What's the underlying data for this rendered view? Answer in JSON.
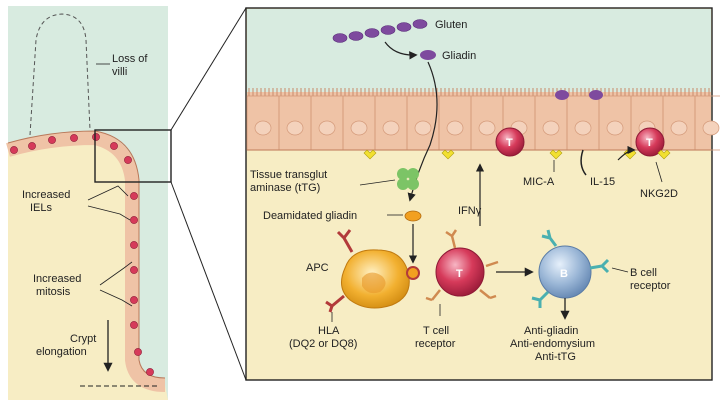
{
  "left_panel": {
    "loss_of_villi": [
      "Loss of",
      "villi"
    ],
    "increased_iels": [
      "Increased",
      "IELs"
    ],
    "increased_mitosis": [
      "Increased",
      "mitosis"
    ],
    "crypt_elongation": [
      "Crypt",
      "elongation"
    ]
  },
  "right_panel": {
    "gluten": "Gluten",
    "gliadin": "Gliadin",
    "ttg": [
      "Tissue transglut",
      "aminase (tTG)"
    ],
    "deamidated_gliadin": "Deamidated gliadin",
    "ifn": "IFNγ",
    "mic_a": "MIC-A",
    "il15": "IL-15",
    "nkg2d": "NKG2D",
    "apc": "APC",
    "hla": [
      "HLA",
      "(DQ2 or DQ8)"
    ],
    "t_cell_receptor": [
      "T cell",
      "receptor"
    ],
    "b_cell_receptor": [
      "B cell",
      "receptor"
    ],
    "antibodies": [
      "Anti-gliadin",
      "Anti-endomysium",
      "Anti-tTG"
    ],
    "t_letter": "T",
    "b_letter": "B"
  },
  "colors": {
    "lumen": "#d8ebe0",
    "lamina": "#f7edc4",
    "epithelium": "#efc3a6",
    "t_cell": "#d63a5a",
    "b_cell": "#9ab6d6",
    "apc": "#f2b030",
    "gliadin": "#7e4a9e",
    "ttg": "#7cc466",
    "receptor": "#b23a3a",
    "antibody": "#4ab0b0",
    "cytokine": "#f2e030"
  }
}
